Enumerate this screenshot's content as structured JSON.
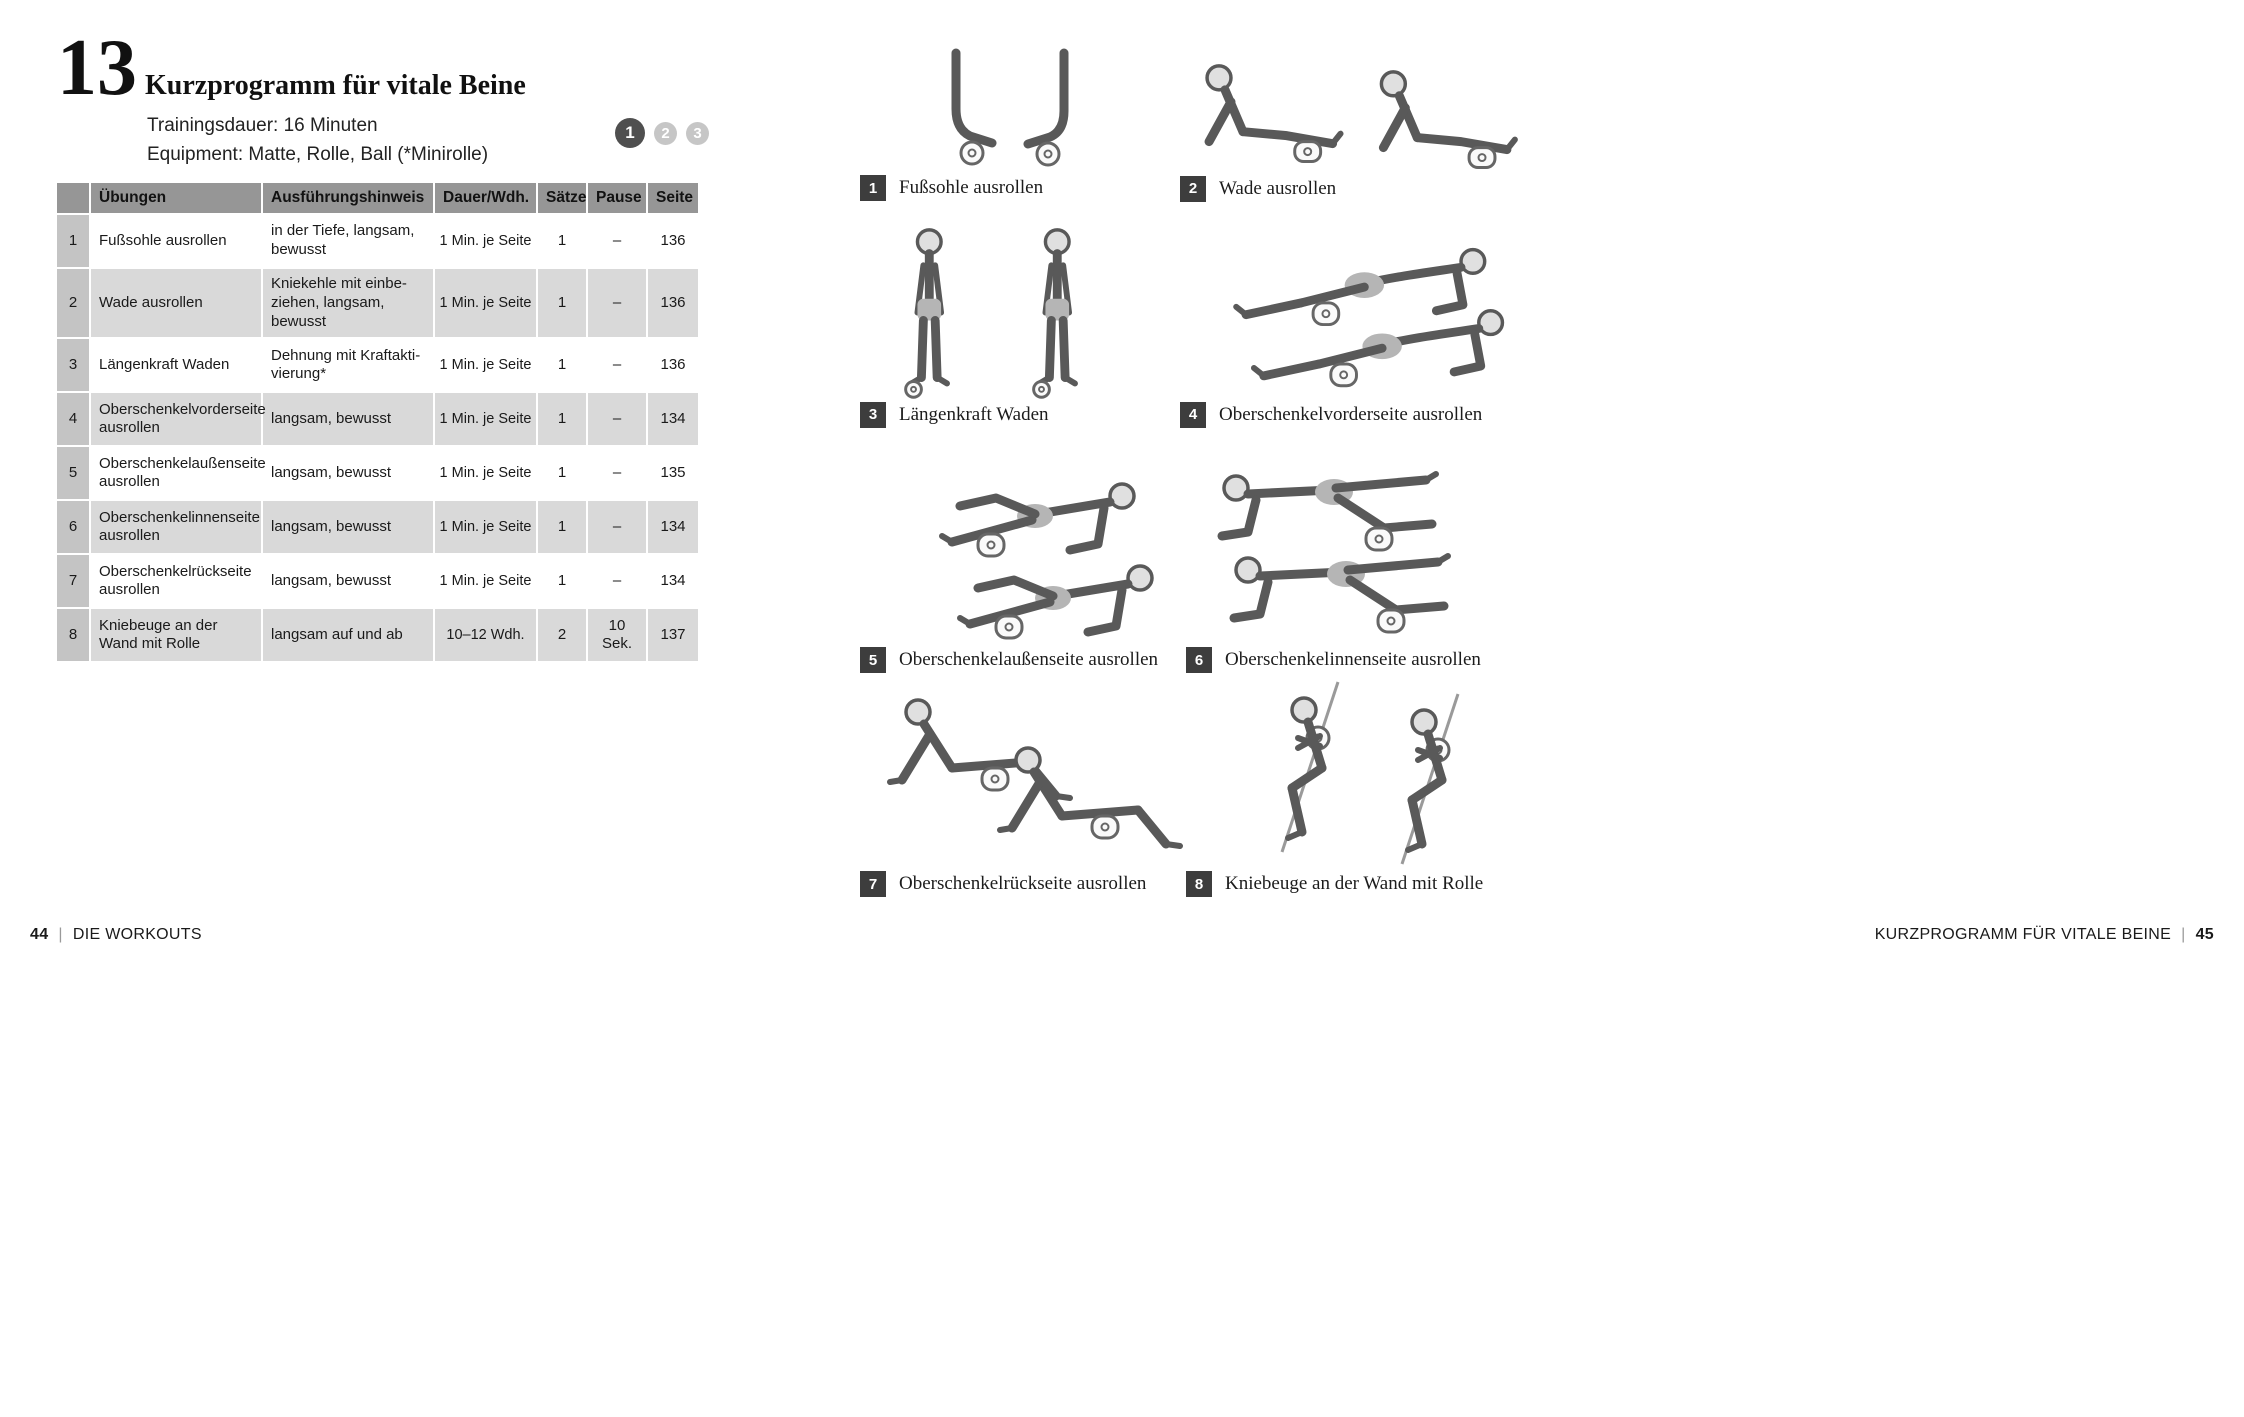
{
  "page": {
    "left": {
      "chapter_number": "13",
      "title": "Kurzprogramm für vitale Beine",
      "duration": "Trainingsdauer: 16 Minuten",
      "equipment": "Equipment: Matte, Rolle, Ball (*Minirolle)",
      "pager": {
        "dot1": "1",
        "dot2": "2",
        "dot3": "3",
        "active": "1"
      },
      "table": {
        "headers": {
          "nr": "",
          "uebungen": "Übungen",
          "hinweis": "Ausführungshinweis",
          "dauer": "Dauer/Wdh.",
          "saetze": "Sätze",
          "pause": "Pause",
          "seite": "Seite"
        },
        "rows": [
          {
            "nr": "1",
            "uebung": "Fußsohle ausrollen",
            "hinweis": "in der Tiefe, langsam, bewusst",
            "dauer": "1 Min. je Seite",
            "saetze": "1",
            "pause": "–",
            "seite": "136"
          },
          {
            "nr": "2",
            "uebung": "Wade ausrollen",
            "hinweis": "Kniekehle mit einbe-ziehen, langsam, bewusst",
            "dauer": "1 Min. je Seite",
            "saetze": "1",
            "pause": "–",
            "seite": "136"
          },
          {
            "nr": "3",
            "uebung": "Längenkraft Waden",
            "hinweis": "Dehnung mit Kraftakti-vierung*",
            "dauer": "1 Min. je Seite",
            "saetze": "1",
            "pause": "–",
            "seite": "136"
          },
          {
            "nr": "4",
            "uebung": "Oberschenkelvorderseite ausrollen",
            "hinweis": "langsam, bewusst",
            "dauer": "1 Min. je Seite",
            "saetze": "1",
            "pause": "–",
            "seite": "134"
          },
          {
            "nr": "5",
            "uebung": "Oberschenkelaußenseite ausrollen",
            "hinweis": "langsam, bewusst",
            "dauer": "1 Min. je Seite",
            "saetze": "1",
            "pause": "–",
            "seite": "135"
          },
          {
            "nr": "6",
            "uebung": "Oberschenkelinnenseite ausrollen",
            "hinweis": "langsam, bewusst",
            "dauer": "1 Min. je Seite",
            "saetze": "1",
            "pause": "–",
            "seite": "134"
          },
          {
            "nr": "7",
            "uebung": "Oberschenkelrückseite ausrollen",
            "hinweis": "langsam, bewusst",
            "dauer": "1 Min. je Seite",
            "saetze": "1",
            "pause": "–",
            "seite": "134"
          },
          {
            "nr": "8",
            "uebung": "Kniebeuge an der Wand mit Rolle",
            "hinweis": "langsam auf und ab",
            "dauer": "10–12 Wdh.",
            "saetze": "2",
            "pause": "10 Sek.",
            "seite": "137"
          }
        ]
      },
      "footer": {
        "page_number": "44",
        "separator": "|",
        "label": "DIE WORKOUTS"
      }
    },
    "right": {
      "figures": [
        {
          "nr": "1",
          "caption": "Fußsohle ausrollen"
        },
        {
          "nr": "2",
          "caption": "Wade ausrollen"
        },
        {
          "nr": "3",
          "caption": "Längenkraft Waden"
        },
        {
          "nr": "4",
          "caption": "Oberschenkelvorderseite ausrollen"
        },
        {
          "nr": "5",
          "caption": "Oberschenkelaußenseite ausrollen"
        },
        {
          "nr": "6",
          "caption": "Oberschenkelinnenseite ausrollen"
        },
        {
          "nr": "7",
          "caption": "Oberschenkelrückseite ausrollen"
        },
        {
          "nr": "8",
          "caption": "Kniebeuge an der Wand mit Rolle"
        }
      ],
      "footer": {
        "label": "KURZPROGRAMM FÜR VITALE BEINE",
        "separator": "|",
        "page_number": "45"
      }
    },
    "colors": {
      "table_header_bg": "#969696",
      "row_alt": "#d9d9d9",
      "nr_column": "#c4c4c4",
      "badge": "#3d3d3d",
      "pager_active": "#4f4f4f",
      "pager_inactive": "#c6c6c6"
    }
  }
}
